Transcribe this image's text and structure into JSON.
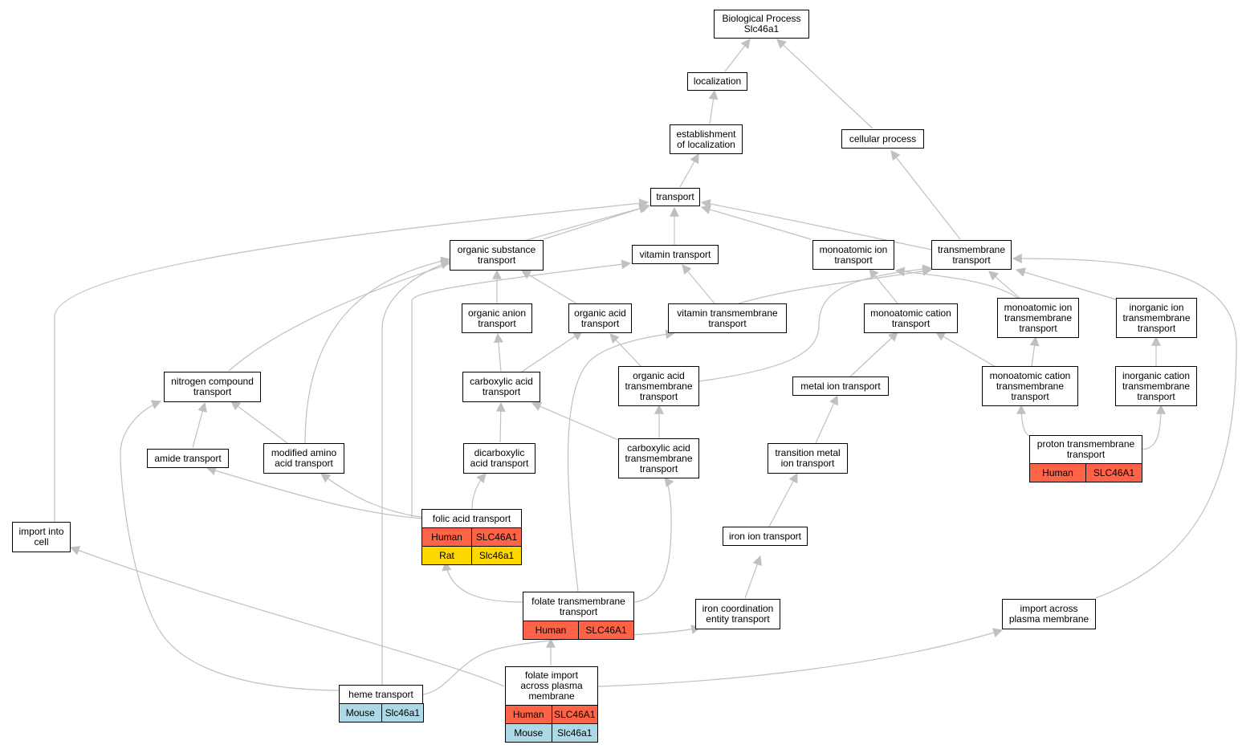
{
  "colors": {
    "edge": "#c0c0c0",
    "Human": "#ff6347",
    "Rat": "#ffd700",
    "Mouse": "#add8e6"
  },
  "nodes": {
    "root": "Biological Process\nSlc46a1",
    "localization": "localization",
    "establishment": "establishment\nof localization",
    "cellular_process": "cellular process",
    "transport": "transport",
    "organic_substance": "organic substance\ntransport",
    "vitamin_transport": "vitamin transport",
    "monoatomic_ion": "monoatomic ion\ntransport",
    "transmembrane": "transmembrane\ntransport",
    "organic_anion": "organic anion\ntransport",
    "organic_acid": "organic acid\ntransport",
    "vitamin_tm": "vitamin transmembrane\ntransport",
    "monoatomic_cation": "monoatomic cation\ntransport",
    "monoatomic_ion_tm": "monoatomic ion\ntransmembrane\ntransport",
    "inorganic_ion_tm": "inorganic ion\ntransmembrane\ntransport",
    "nitrogen": "nitrogen compound\ntransport",
    "carboxylic_acid": "carboxylic acid\ntransport",
    "organic_acid_tm": "organic acid\ntransmembrane\ntransport",
    "metal_ion": "metal ion transport",
    "monoatomic_cation_tm": "monoatomic cation\ntransmembrane\ntransport",
    "inorganic_cation_tm": "inorganic cation\ntransmembrane\ntransport",
    "amide": "amide transport",
    "modified_amino": "modified amino\nacid transport",
    "dicarboxylic": "dicarboxylic\nacid transport",
    "carboxylic_acid_tm": "carboxylic acid\ntransmembrane\ntransport",
    "transition_metal": "transition metal\nion transport",
    "proton_tm": "proton transmembrane\ntransport",
    "import_into_cell": "import into\ncell",
    "folic_acid": "folic acid transport",
    "iron_ion": "iron ion transport",
    "folate_tm": "folate transmembrane\ntransport",
    "iron_coord": "iron coordination\nentity transport",
    "import_across": "import across\nplasma membrane",
    "heme": "heme transport",
    "folate_import": "folate import\nacross plasma\nmembrane"
  },
  "annotations": {
    "proton_tm": [
      {
        "species": "Human",
        "gene": "SLC46A1"
      }
    ],
    "folic_acid": [
      {
        "species": "Human",
        "gene": "SLC46A1"
      },
      {
        "species": "Rat",
        "gene": "Slc46a1"
      }
    ],
    "folate_tm": [
      {
        "species": "Human",
        "gene": "SLC46A1"
      }
    ],
    "heme": [
      {
        "species": "Mouse",
        "gene": "Slc46a1"
      }
    ],
    "folate_import": [
      {
        "species": "Human",
        "gene": "SLC46A1"
      },
      {
        "species": "Mouse",
        "gene": "Slc46a1"
      }
    ]
  }
}
